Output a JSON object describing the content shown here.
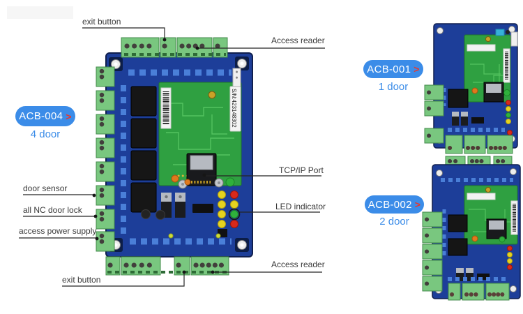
{
  "colors": {
    "accent_blue": "#3b8ce8",
    "arrow_red": "#e8372c",
    "pcb_blue": "#1d3e99",
    "pcb_green": "#2fa041",
    "terminal_green": "#79c77f",
    "led_yellow": "#e6d31f",
    "led_red": "#d8291b",
    "led_green": "#2fb13c"
  },
  "products": [
    {
      "model": "ACB-004",
      "arrow": ">",
      "doors": "4 door"
    },
    {
      "model": "ACB-001",
      "arrow": ">",
      "doors": "1 door"
    },
    {
      "model": "ACB-002",
      "arrow": ">",
      "doors": "2 door"
    }
  ],
  "callouts": {
    "exit_button_top": "exit button",
    "access_reader_top": "Access reader",
    "tcp_ip_port": "TCP/IP Port",
    "led_indicator": "LED indicator",
    "access_reader_bottom": "Access reader",
    "exit_button_bottom": "exit button",
    "door_sensor": "door sensor",
    "all_nc_door_lock": "all NC door lock",
    "access_power_supply": "access power supply"
  },
  "main_board": {
    "serial": "S/N:423148302"
  }
}
